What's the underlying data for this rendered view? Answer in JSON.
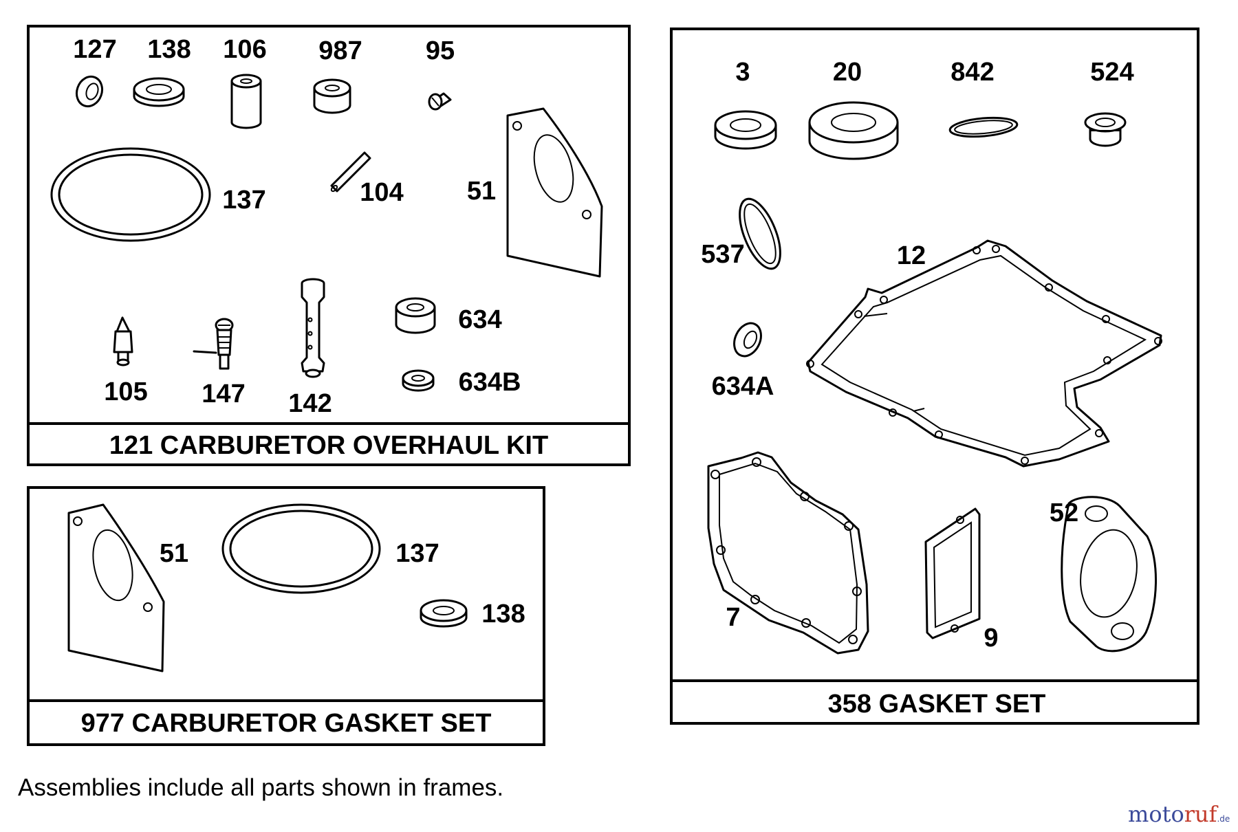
{
  "frames": {
    "carb_overhaul": {
      "title": "121 CARBURETOR OVERHAUL KIT",
      "labels": {
        "p127": "127",
        "p138": "138",
        "p106": "106",
        "p987": "987",
        "p95": "95",
        "p137": "137",
        "p104": "104",
        "p51": "51",
        "p634": "634",
        "p634b": "634B",
        "p105": "105",
        "p147": "147",
        "p142": "142"
      }
    },
    "carb_gasket": {
      "title": "977 CARBURETOR GASKET SET",
      "labels": {
        "p51": "51",
        "p137": "137",
        "p138": "138"
      }
    },
    "gasket_set": {
      "title": "358 GASKET SET",
      "labels": {
        "p3": "3",
        "p20": "20",
        "p842": "842",
        "p524": "524",
        "p537": "537",
        "p12": "12",
        "p634a": "634A",
        "p7": "7",
        "p9": "9",
        "p52": "52"
      }
    }
  },
  "note": "Assemblies include all parts shown in frames.",
  "watermark": {
    "part1": "moto",
    "part2": "ruf",
    "suffix": ".de"
  },
  "colors": {
    "ink": "#000000",
    "watermark_blue": "#3b4a9a",
    "watermark_red": "#c23a2a"
  }
}
